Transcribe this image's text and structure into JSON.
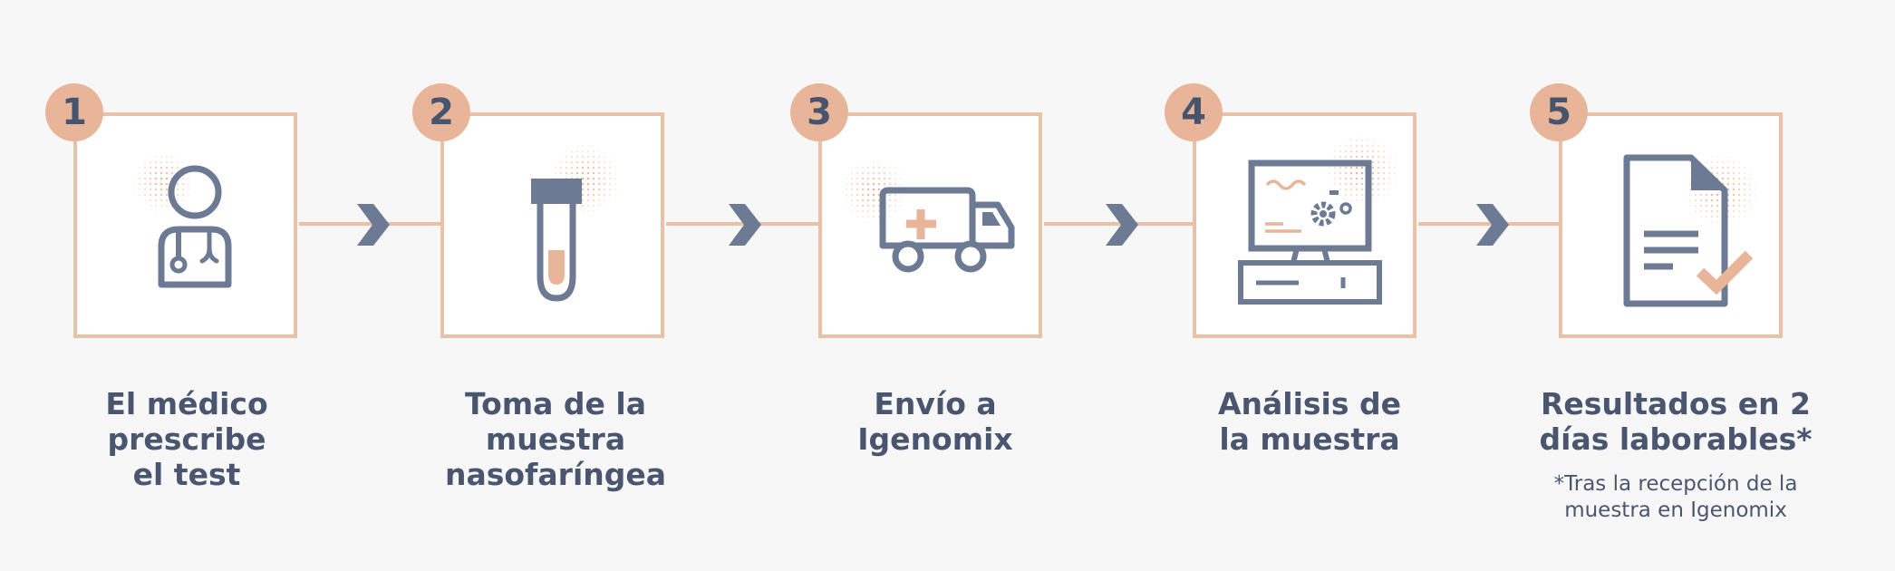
{
  "steps": [
    {
      "number": "1",
      "icon": "doctor-icon",
      "caption_lines": [
        "El médico",
        "prescribe",
        "el test"
      ]
    },
    {
      "number": "2",
      "icon": "test-tube-icon",
      "caption_lines": [
        "Toma de la muestra",
        "nasofaríngea"
      ]
    },
    {
      "number": "3",
      "icon": "ambulance-icon",
      "caption_lines": [
        "Envío a",
        "Igenomix"
      ]
    },
    {
      "number": "4",
      "icon": "computer-analysis-icon",
      "caption_lines": [
        "Análisis de",
        "la muestra"
      ]
    },
    {
      "number": "5",
      "icon": "results-document-icon",
      "caption_lines": [
        "Resultados en 2",
        "días laborables*"
      ],
      "footnote_lines": [
        "*Tras la recepción de la",
        "muestra en Igenomix"
      ]
    }
  ],
  "colors": {
    "background": "#f7f7f7",
    "accent_peach": "#ebc1a6",
    "badge_fill": "#e8b598",
    "icon_slate": "#6c7a93",
    "text_slate": "#4a5670"
  }
}
